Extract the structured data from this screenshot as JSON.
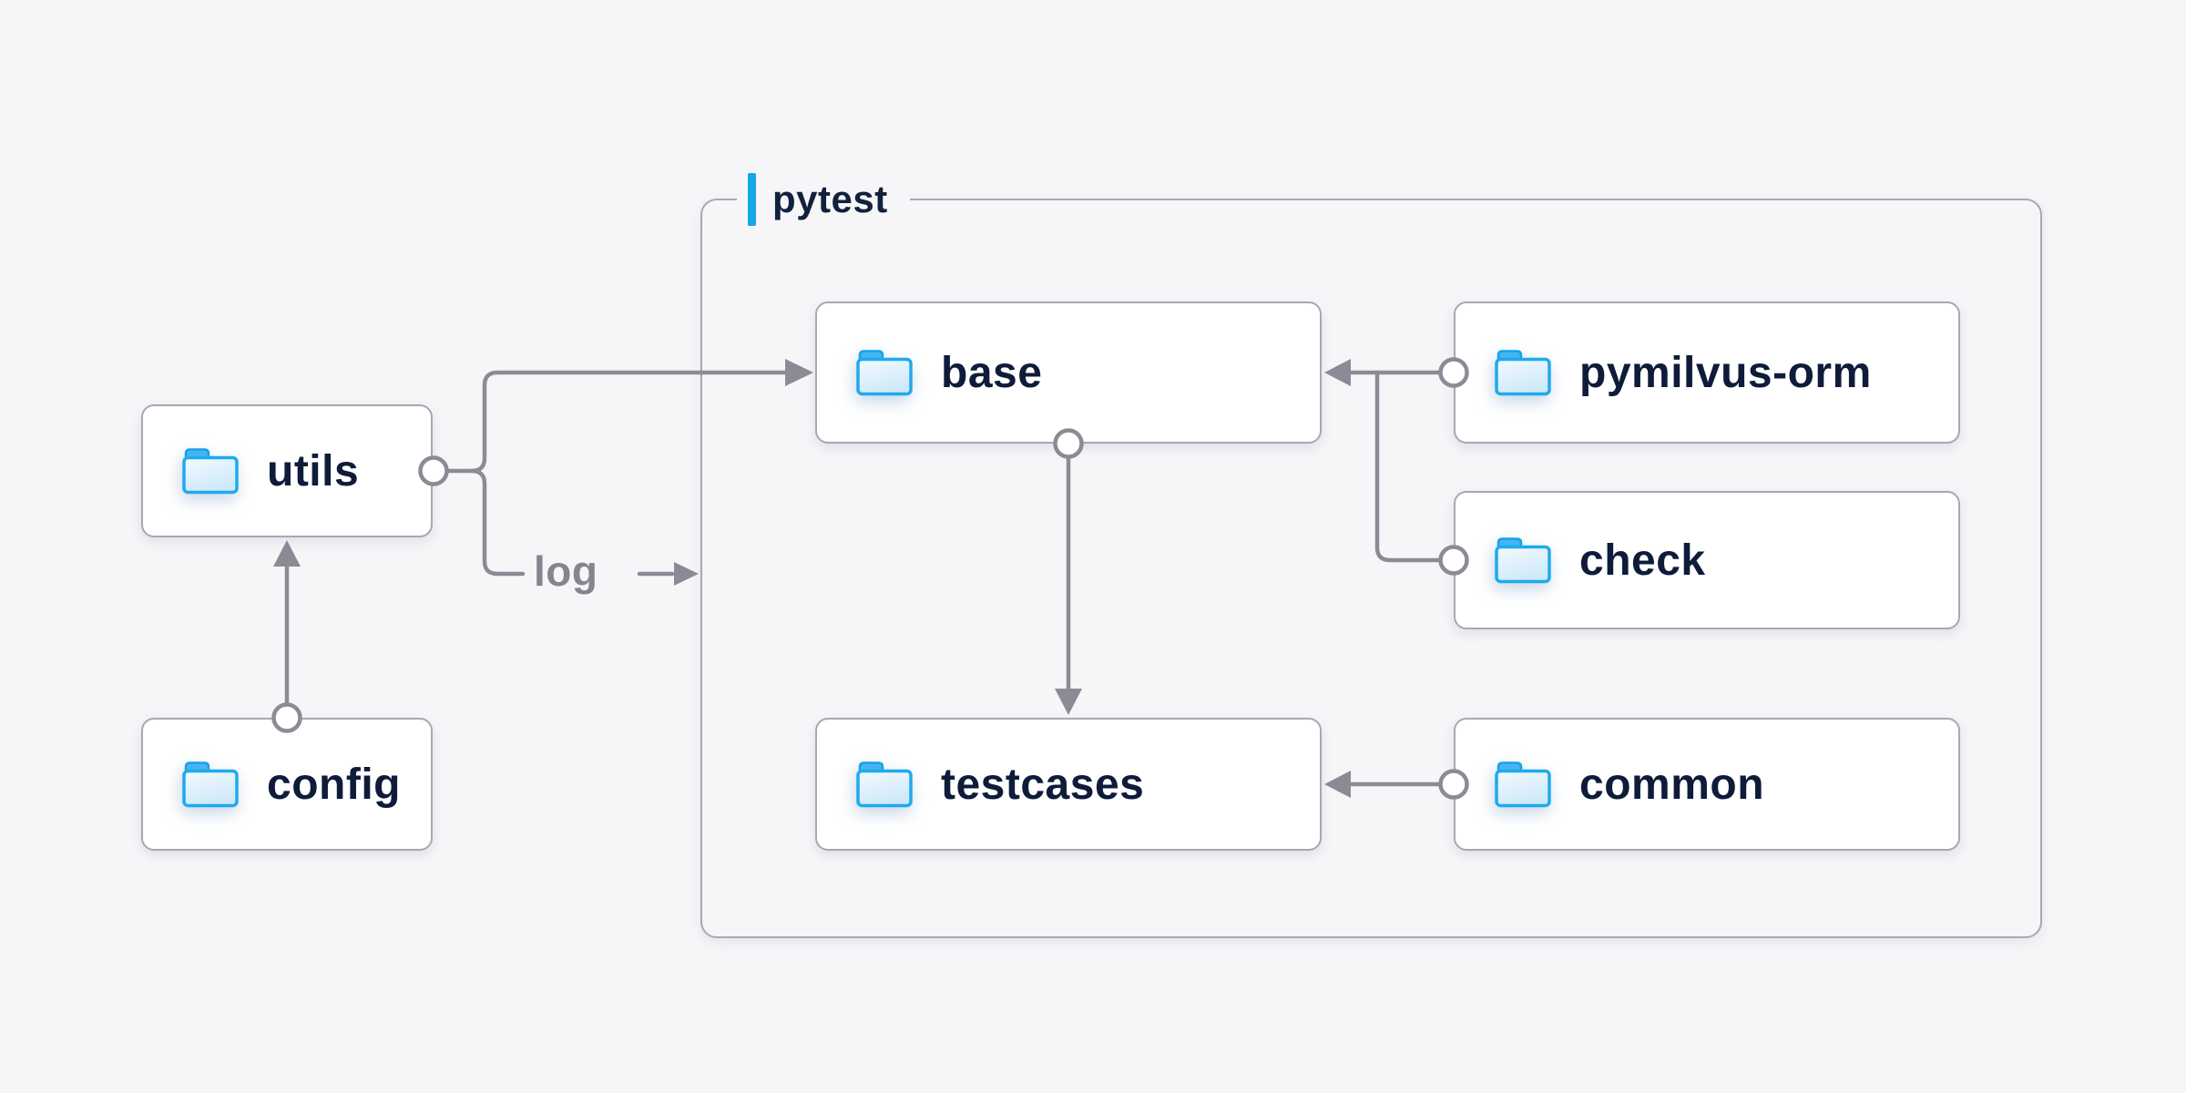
{
  "page": {
    "background": "#f6f6f8"
  },
  "diagram": {
    "container": {
      "label": "pytest"
    },
    "nodes": {
      "utils": {
        "label": "utils"
      },
      "config": {
        "label": "config"
      },
      "base": {
        "label": "base"
      },
      "testcases": {
        "label": "testcases"
      },
      "pymilvus-orm": {
        "label": "pymilvus-orm"
      },
      "check": {
        "label": "check"
      },
      "common": {
        "label": "common"
      }
    },
    "edge_label": "log",
    "edges": [
      {
        "from": "utils",
        "to": "base",
        "type": "arrow"
      },
      {
        "from": "utils",
        "to": "pytest",
        "type": "arrow",
        "label": "log"
      },
      {
        "from": "config",
        "to": "utils",
        "type": "arrow"
      },
      {
        "from": "base",
        "to": "testcases",
        "type": "arrow"
      },
      {
        "from": "pymilvus-orm",
        "to": "base",
        "type": "arrow"
      },
      {
        "from": "check",
        "to": "base",
        "type": "merge-arrow"
      },
      {
        "from": "common",
        "to": "testcases",
        "type": "arrow"
      }
    ],
    "colors": {
      "accent_blue": "#12a7e9",
      "line": "#8b8b96",
      "box_border": "#a8a8b4",
      "text": "#0e1c3a",
      "muted_text": "#85858f",
      "folder_stroke": "#1faaee",
      "folder_fill_light": "#eef7fd",
      "folder_fill_deep": "#cfe9fa",
      "folder_tab": "#45b4f1"
    }
  }
}
